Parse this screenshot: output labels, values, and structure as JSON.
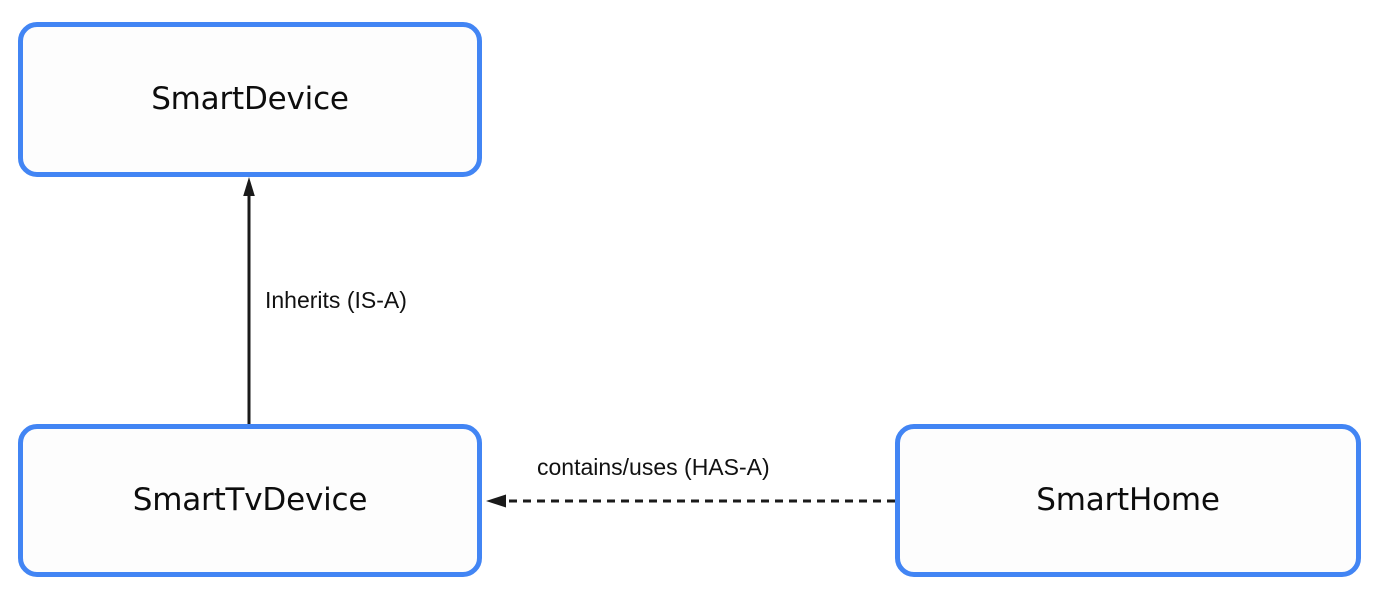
{
  "diagram": {
    "type": "class-relationship-diagram",
    "background_color": "#ffffff",
    "node_border_color": "#4285f4",
    "node_fill_color": "#fdfdfd",
    "edge_color": "#1a1a1a",
    "nodes": [
      {
        "id": "smartdevice",
        "label": "SmartDevice"
      },
      {
        "id": "smarttvdevice",
        "label": "SmartTvDevice"
      },
      {
        "id": "smarthome",
        "label": "SmartHome"
      }
    ],
    "edges": [
      {
        "id": "inherits",
        "label": "Inherits (IS-A)",
        "from": "SmartTvDevice",
        "to": "SmartDevice",
        "style": "solid",
        "arrowhead": "filled-triangle",
        "direction": "up"
      },
      {
        "id": "contains",
        "label": "contains/uses (HAS-A)",
        "from": "SmartHome",
        "to": "SmartTvDevice",
        "style": "dashed",
        "arrowhead": "filled-triangle",
        "direction": "left"
      }
    ]
  }
}
